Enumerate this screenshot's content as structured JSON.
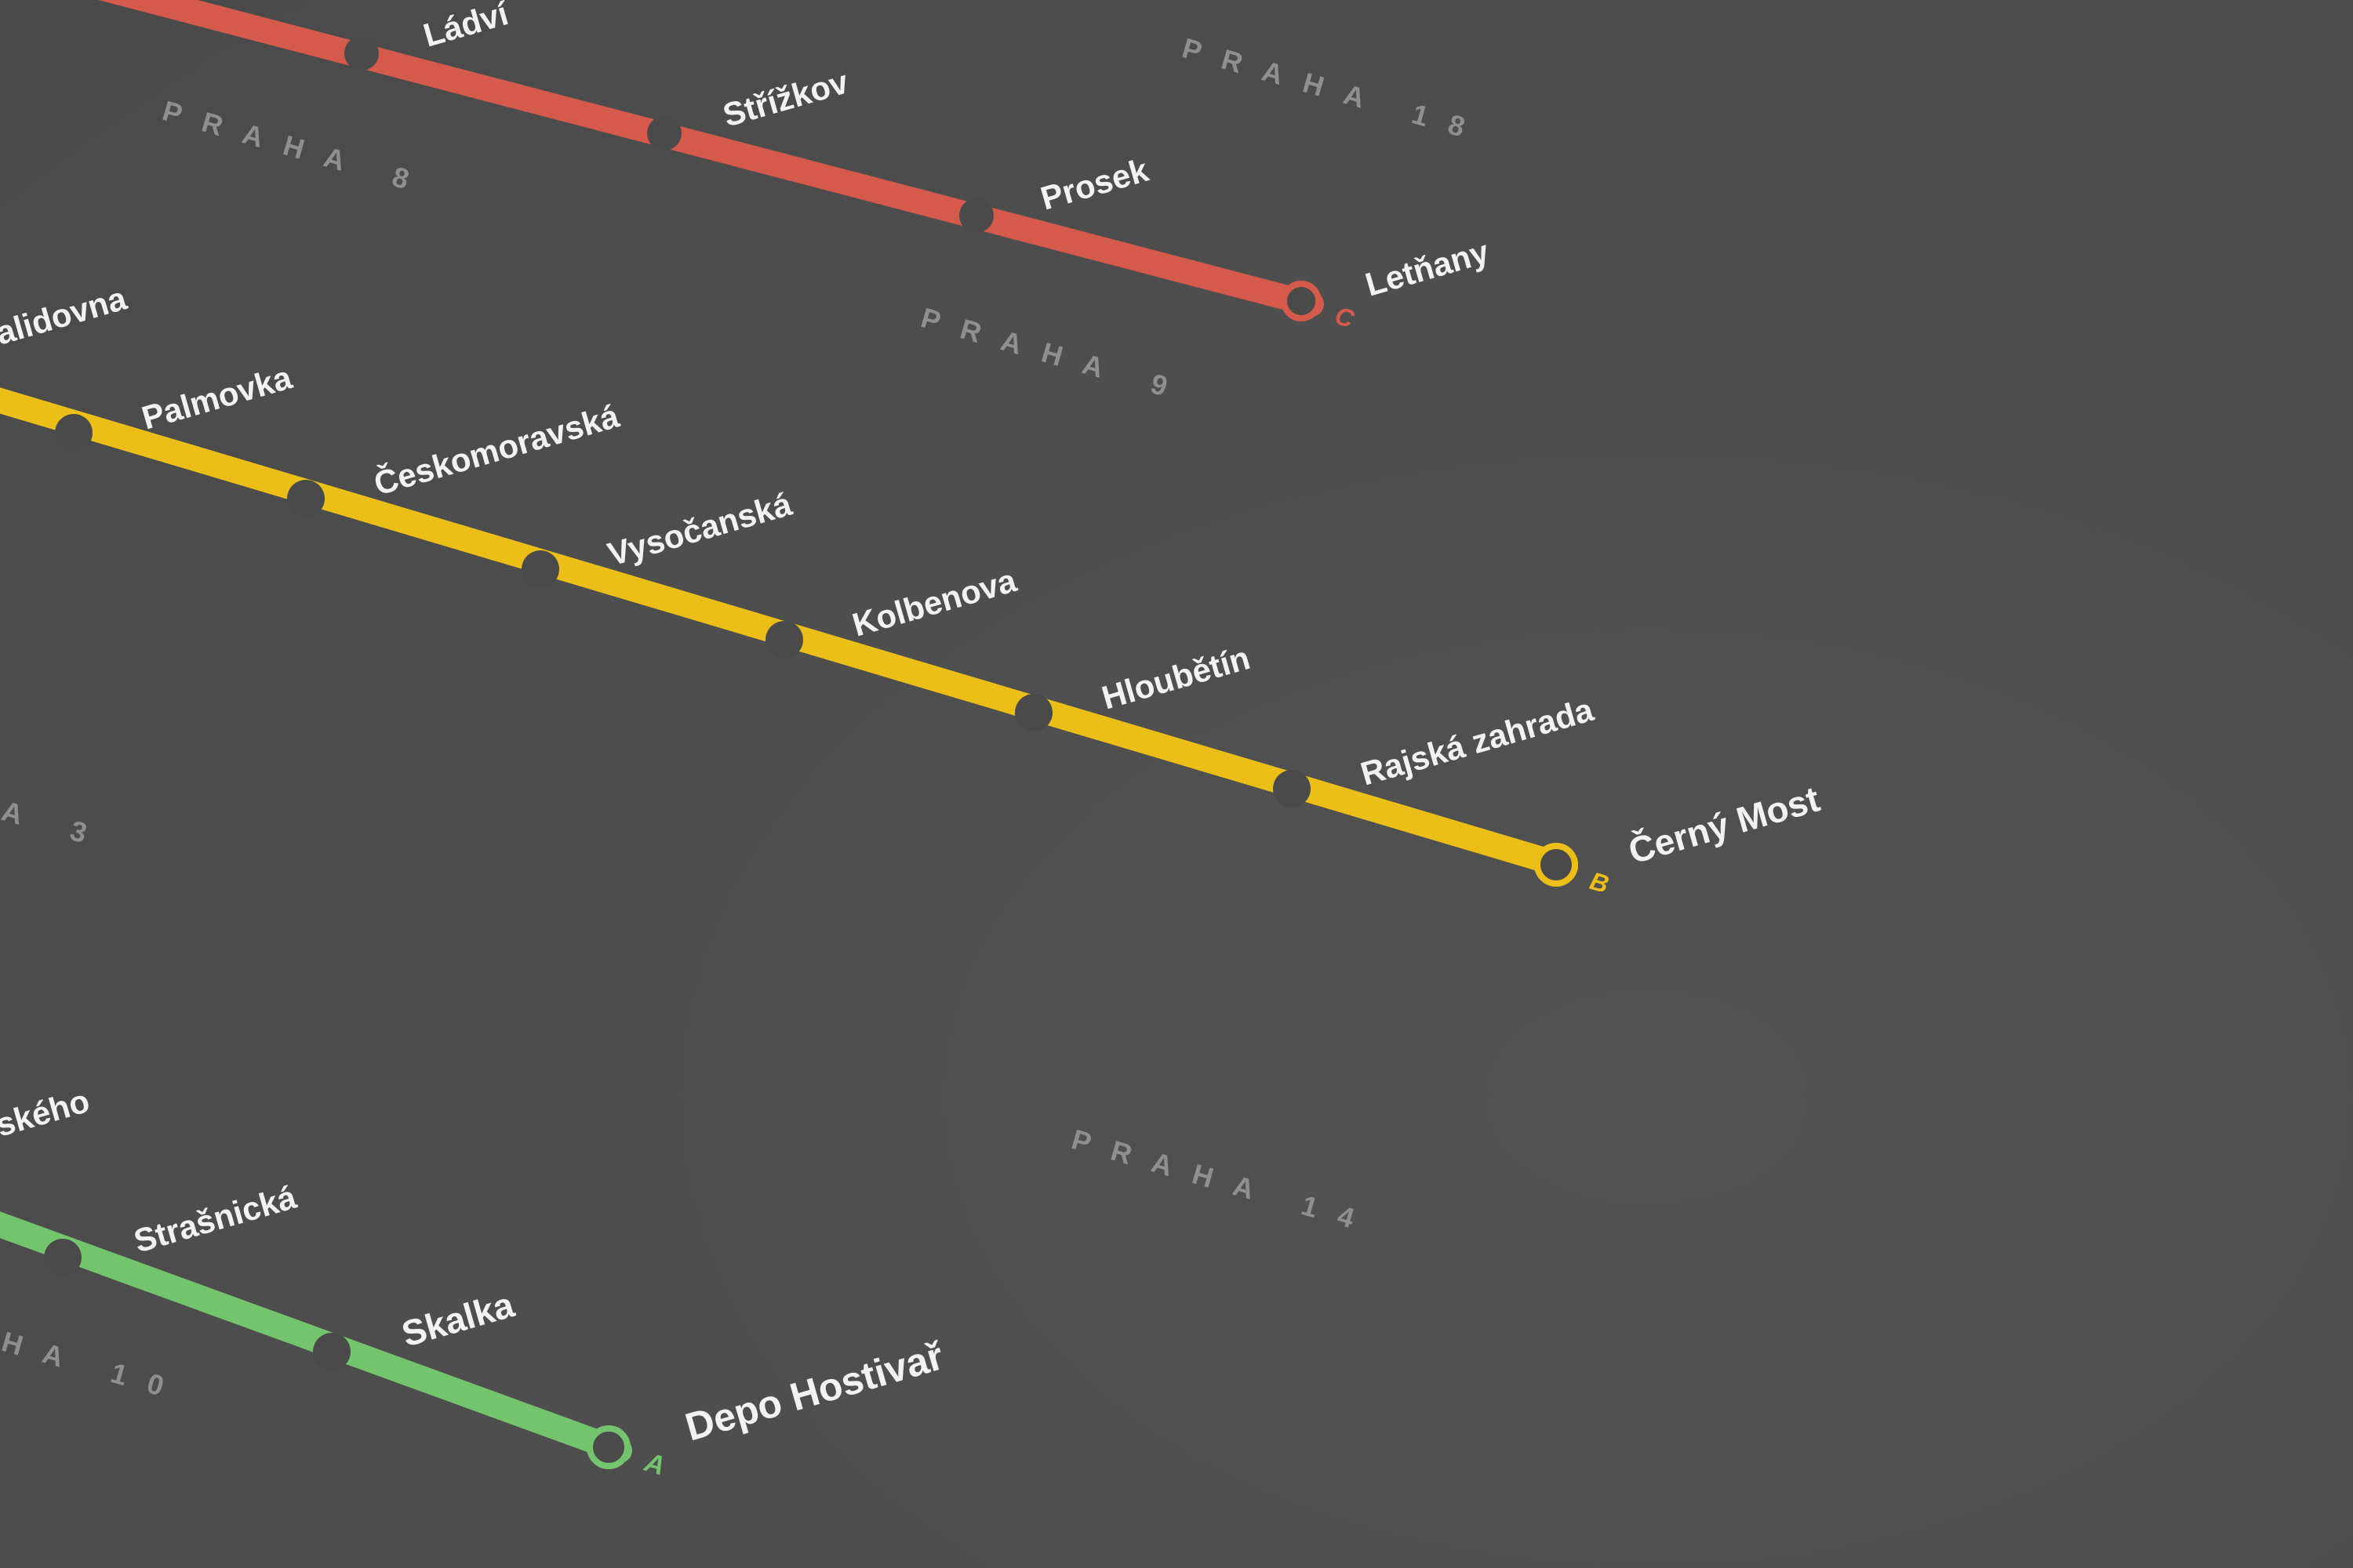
{
  "map": {
    "colors": {
      "background": "#4e4e4e",
      "line_c": "#d55a4c",
      "line_b": "#ebbf18",
      "line_a": "#74c46e",
      "station_dot": "#4a4a4a",
      "station_text": "#f2f2f2",
      "district_text": "#8f8f8f"
    },
    "districts": {
      "praha_18": "PRAHA 18",
      "praha_8": "PRAHA 8",
      "praha_9": "PRAHA 9",
      "praha_3": "A 3",
      "praha_14": "PRAHA 14",
      "praha_10": "HA 10"
    },
    "lines": {
      "c": {
        "letter": "C",
        "stations": [
          "Ládví",
          "Střížkov",
          "Prosek",
          "Letňany"
        ]
      },
      "b": {
        "letter": "B",
        "stations": [
          "alidovna",
          "Palmovka",
          "Českomoravská",
          "Vysočanská",
          "Kolbenova",
          "Hloubětín",
          "Rajská zahrada",
          "Černý Most"
        ]
      },
      "a": {
        "letter": "A",
        "stations": [
          "ského",
          "Strašnická",
          "Skalka",
          "Depo Hostivař"
        ]
      }
    }
  }
}
